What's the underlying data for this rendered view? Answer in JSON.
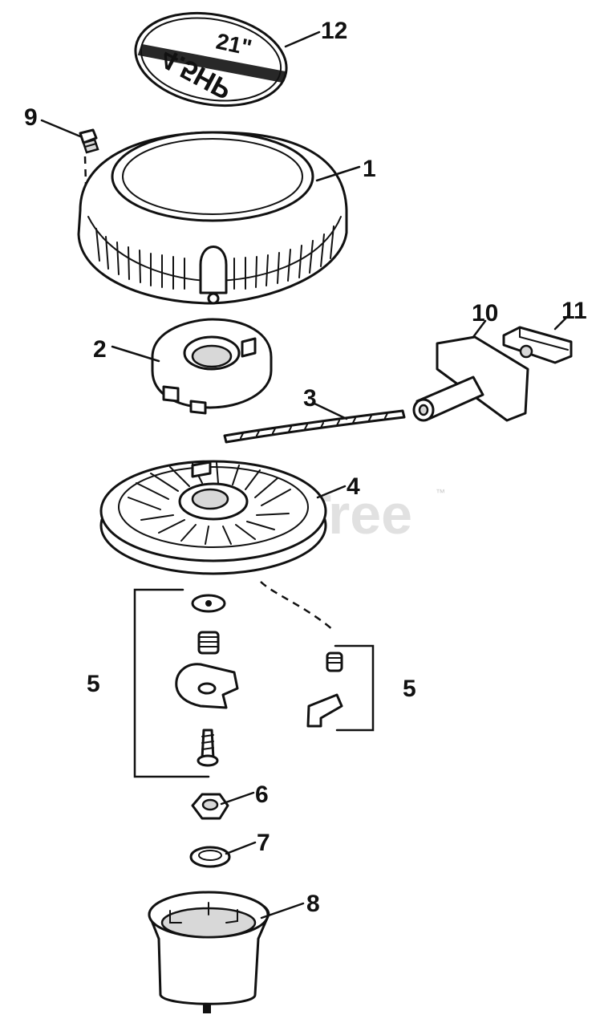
{
  "diagram": {
    "callouts": [
      "1",
      "2",
      "3",
      "4",
      "5",
      "5",
      "6",
      "7",
      "8",
      "9",
      "10",
      "11",
      "12"
    ],
    "emblem": {
      "size_text": "21\"",
      "hp_text": "4.5HP"
    },
    "watermark": {
      "brand": "PartsTree",
      "tm": "™"
    }
  }
}
